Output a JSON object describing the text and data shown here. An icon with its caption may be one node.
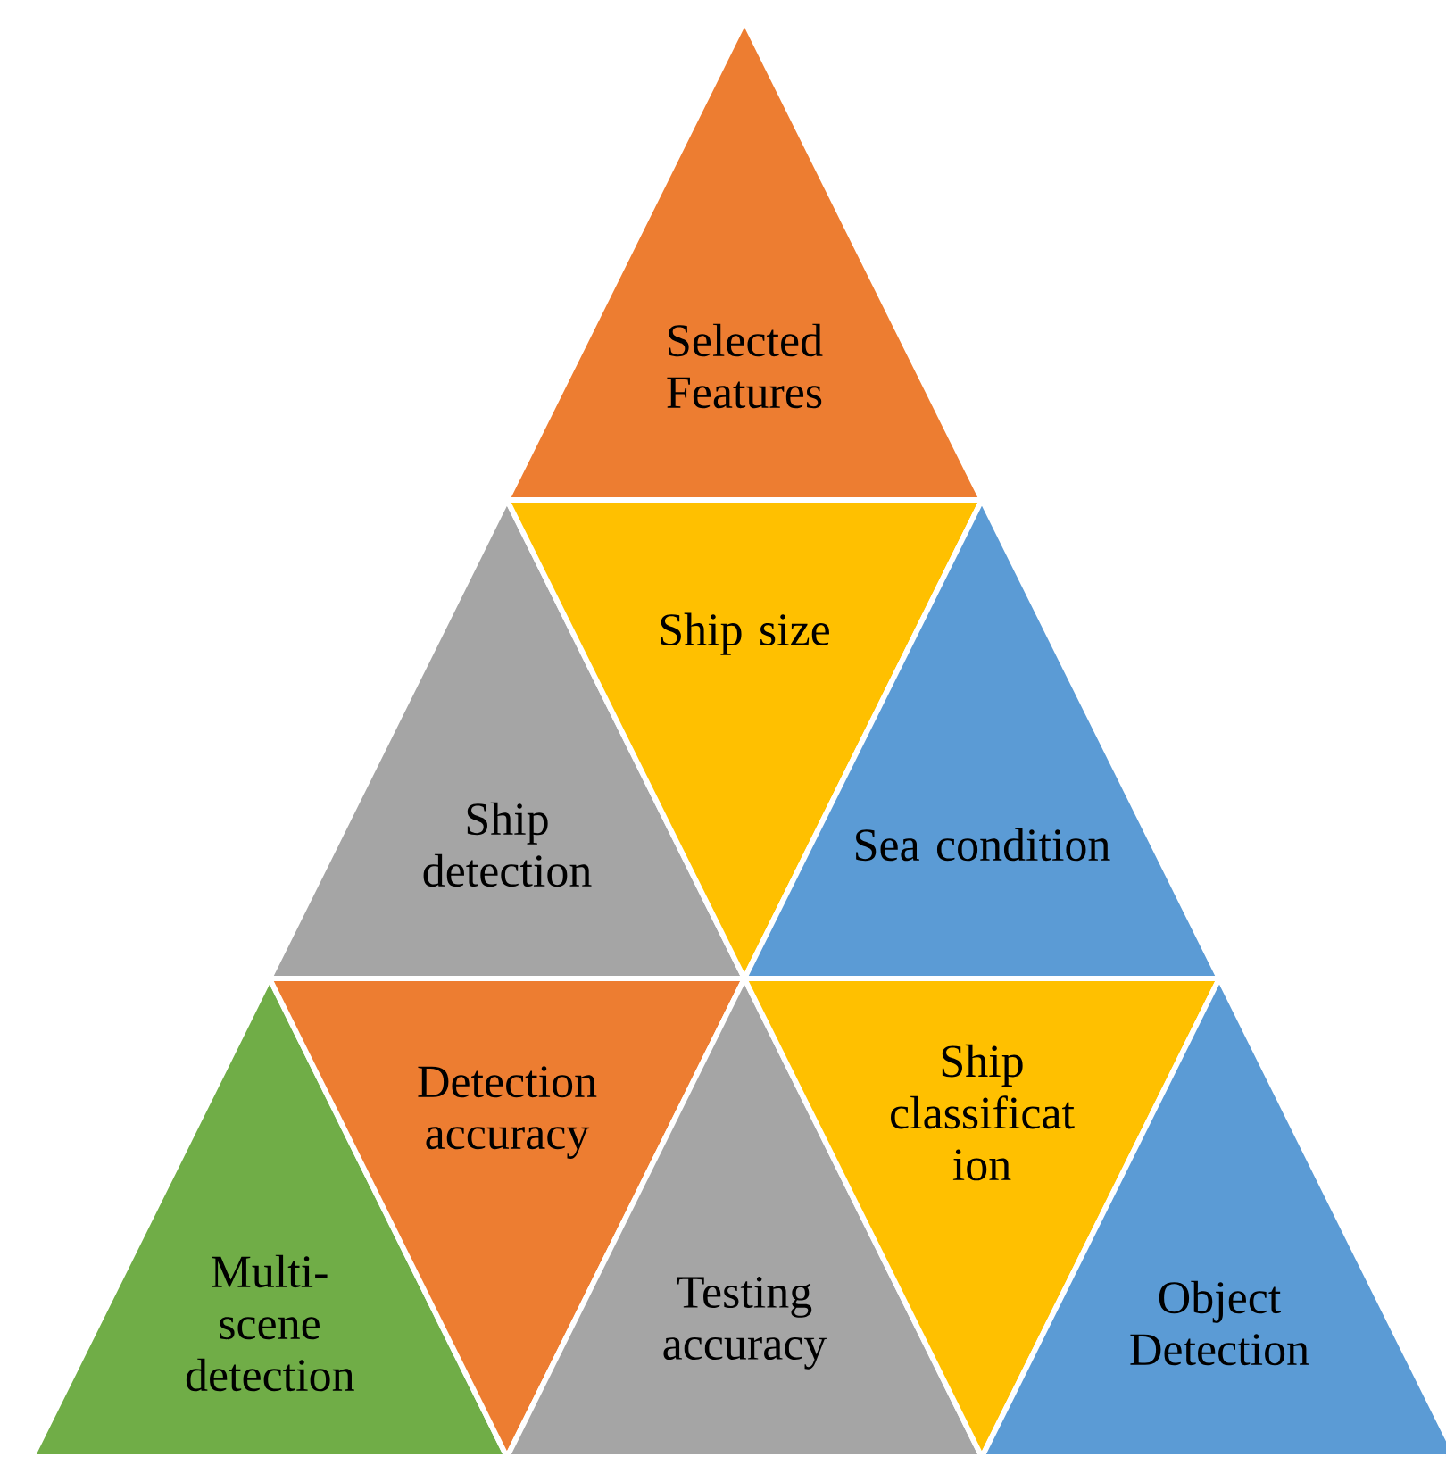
{
  "diagram": {
    "nodes": [
      {
        "text": [
          "Selected Features"
        ]
      },
      {
        "text": [
          "Ship detection"
        ]
      },
      {
        "text": [
          "Ship size"
        ]
      },
      {
        "text": [
          "Sea condition"
        ]
      },
      {
        "text": [
          "Multi-scene detection"
        ]
      },
      {
        "text": [
          "Detection accuracy"
        ]
      },
      {
        "text": [
          "Testing accuracy"
        ]
      },
      {
        "text": [
          "Ship classificat ion"
        ]
      },
      {
        "text": [
          "Object Detection"
        ]
      }
    ]
  }
}
